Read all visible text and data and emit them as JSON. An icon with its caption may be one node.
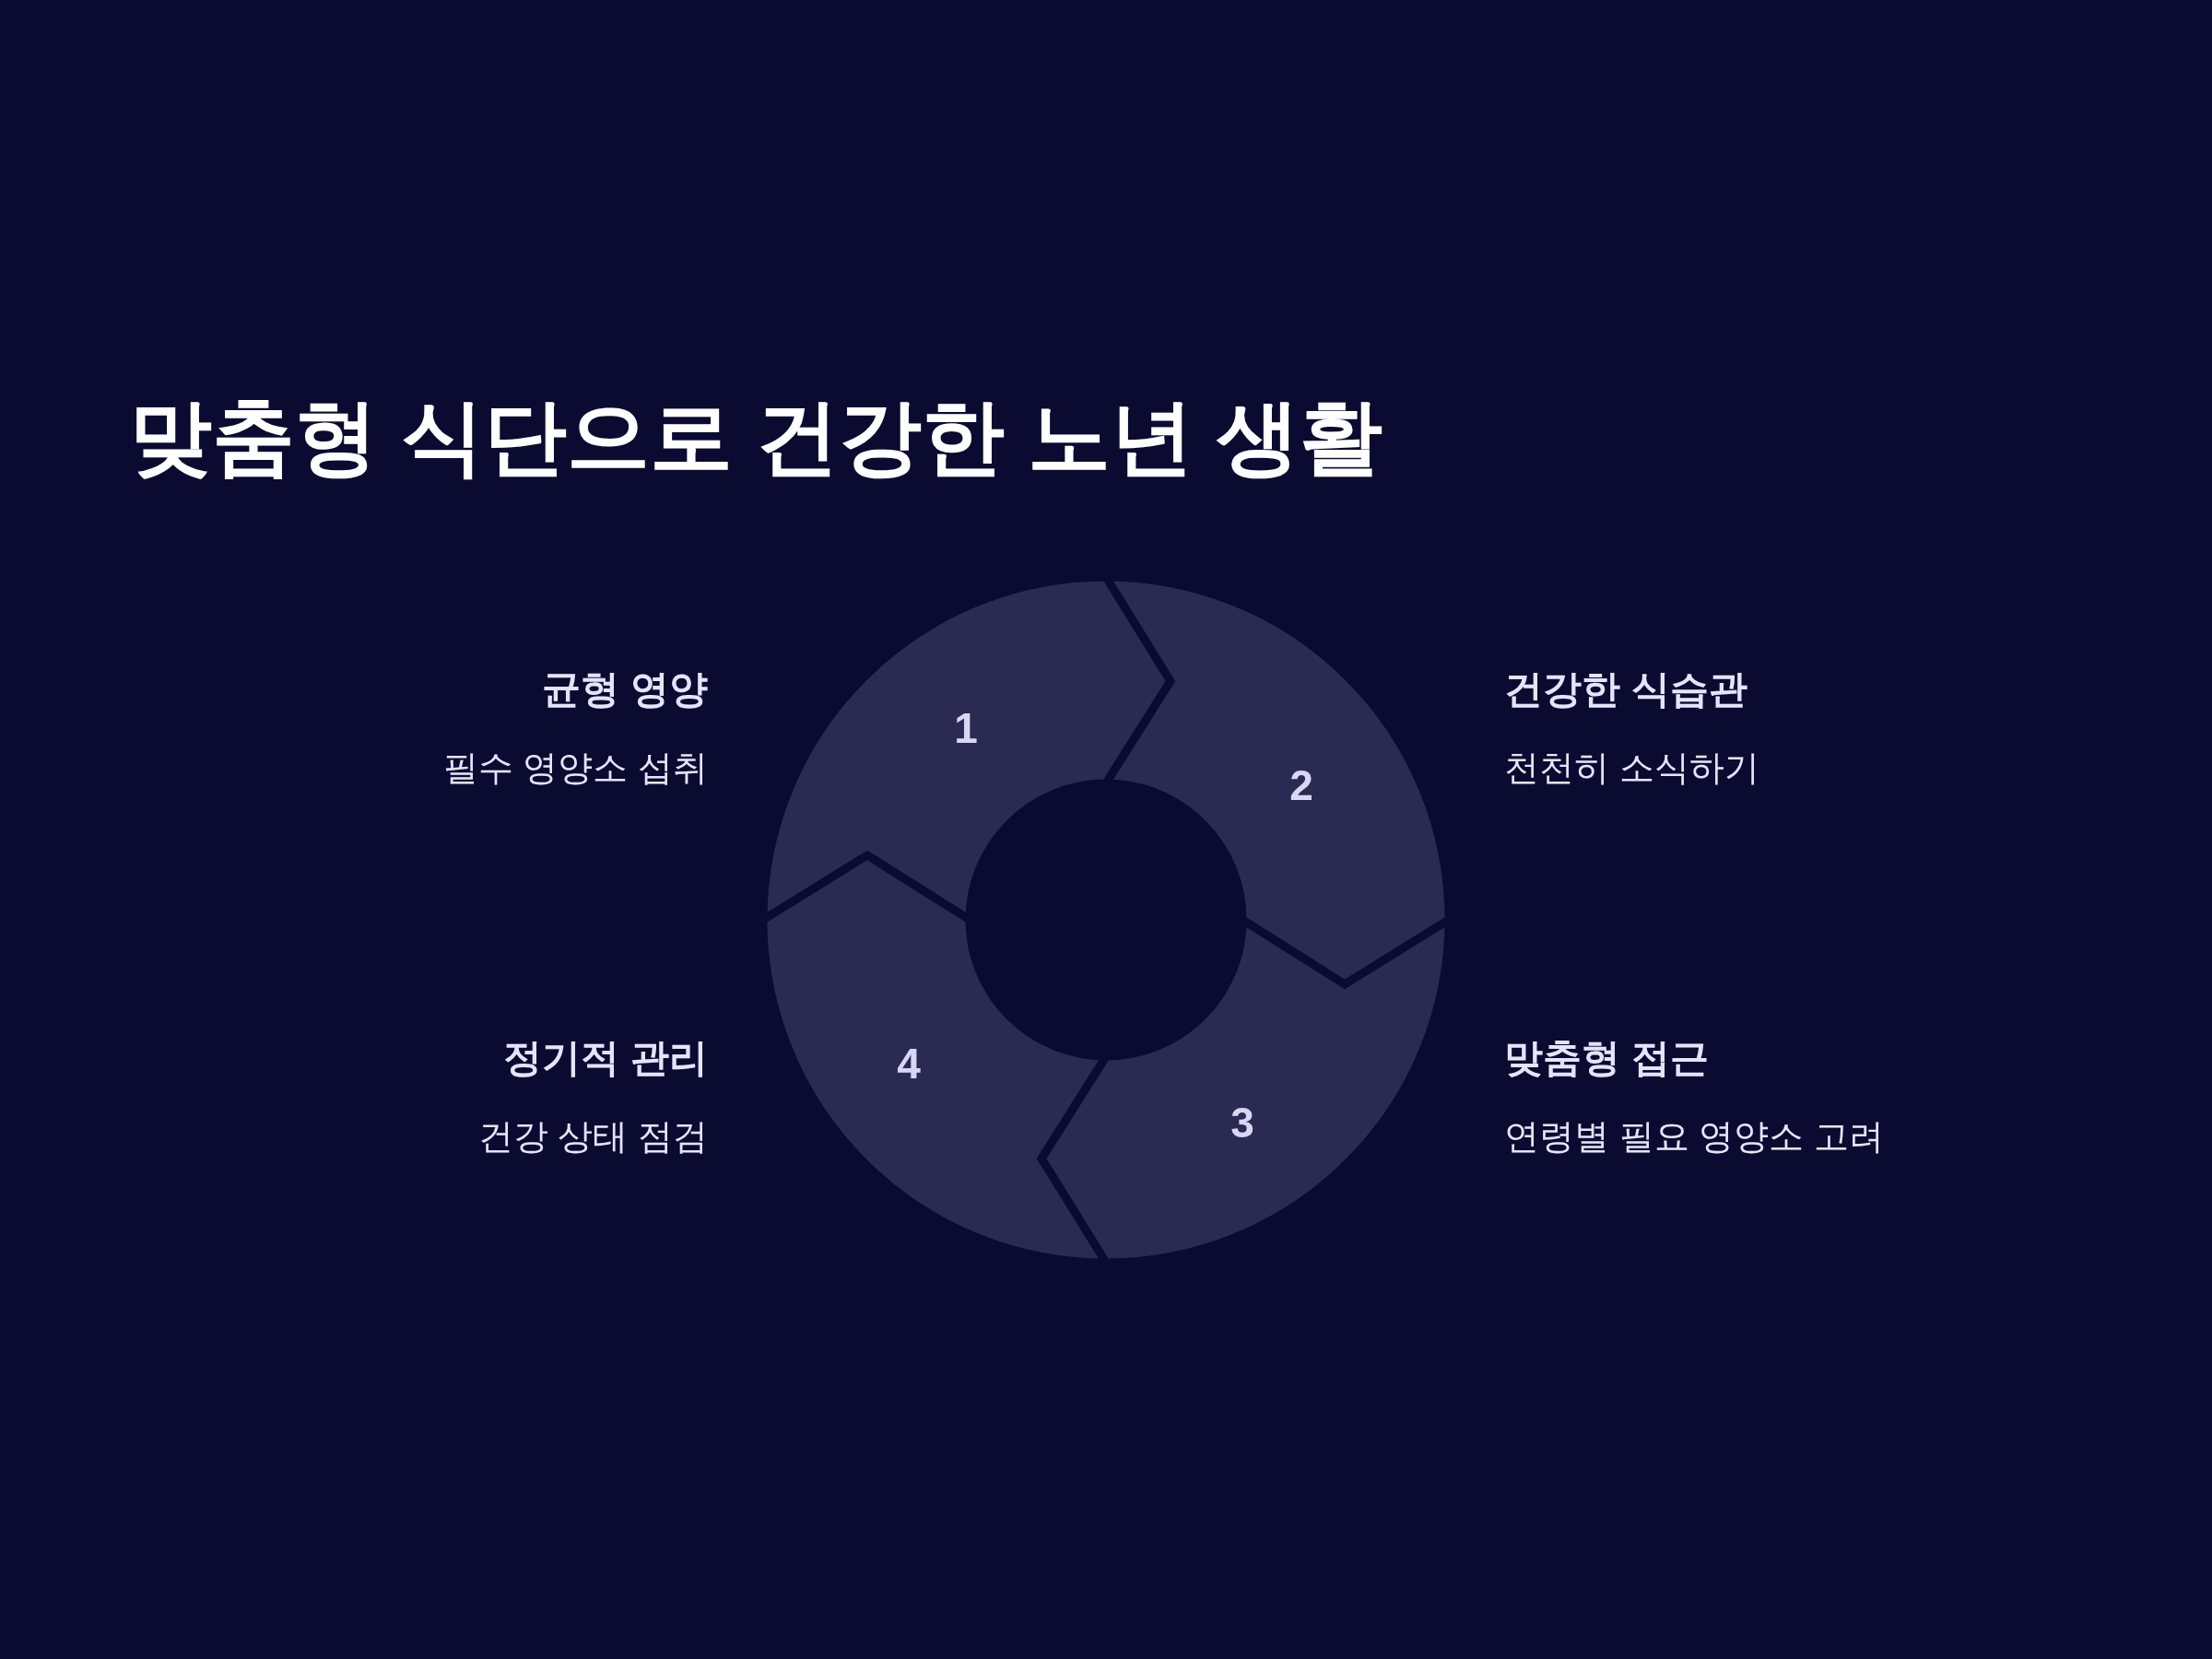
{
  "diagram": {
    "title": "맞춤형 식단으로 건강한 노년 생활",
    "nodes": [
      {
        "text": [
          "1"
        ],
        "beside": [
          "균형 영양",
          "필수 영양소 섭취"
        ]
      },
      {
        "text": [
          "2"
        ],
        "beside": [
          "건강한 식습관",
          "천천히 소식하기"
        ]
      },
      {
        "text": [
          "3"
        ],
        "beside": [
          "맞춤형 접근",
          "연령별 필요 영양소 고려"
        ]
      },
      {
        "text": [
          "4"
        ],
        "beside": [
          "정기적 관리",
          "건강 상태 점검"
        ]
      }
    ]
  }
}
